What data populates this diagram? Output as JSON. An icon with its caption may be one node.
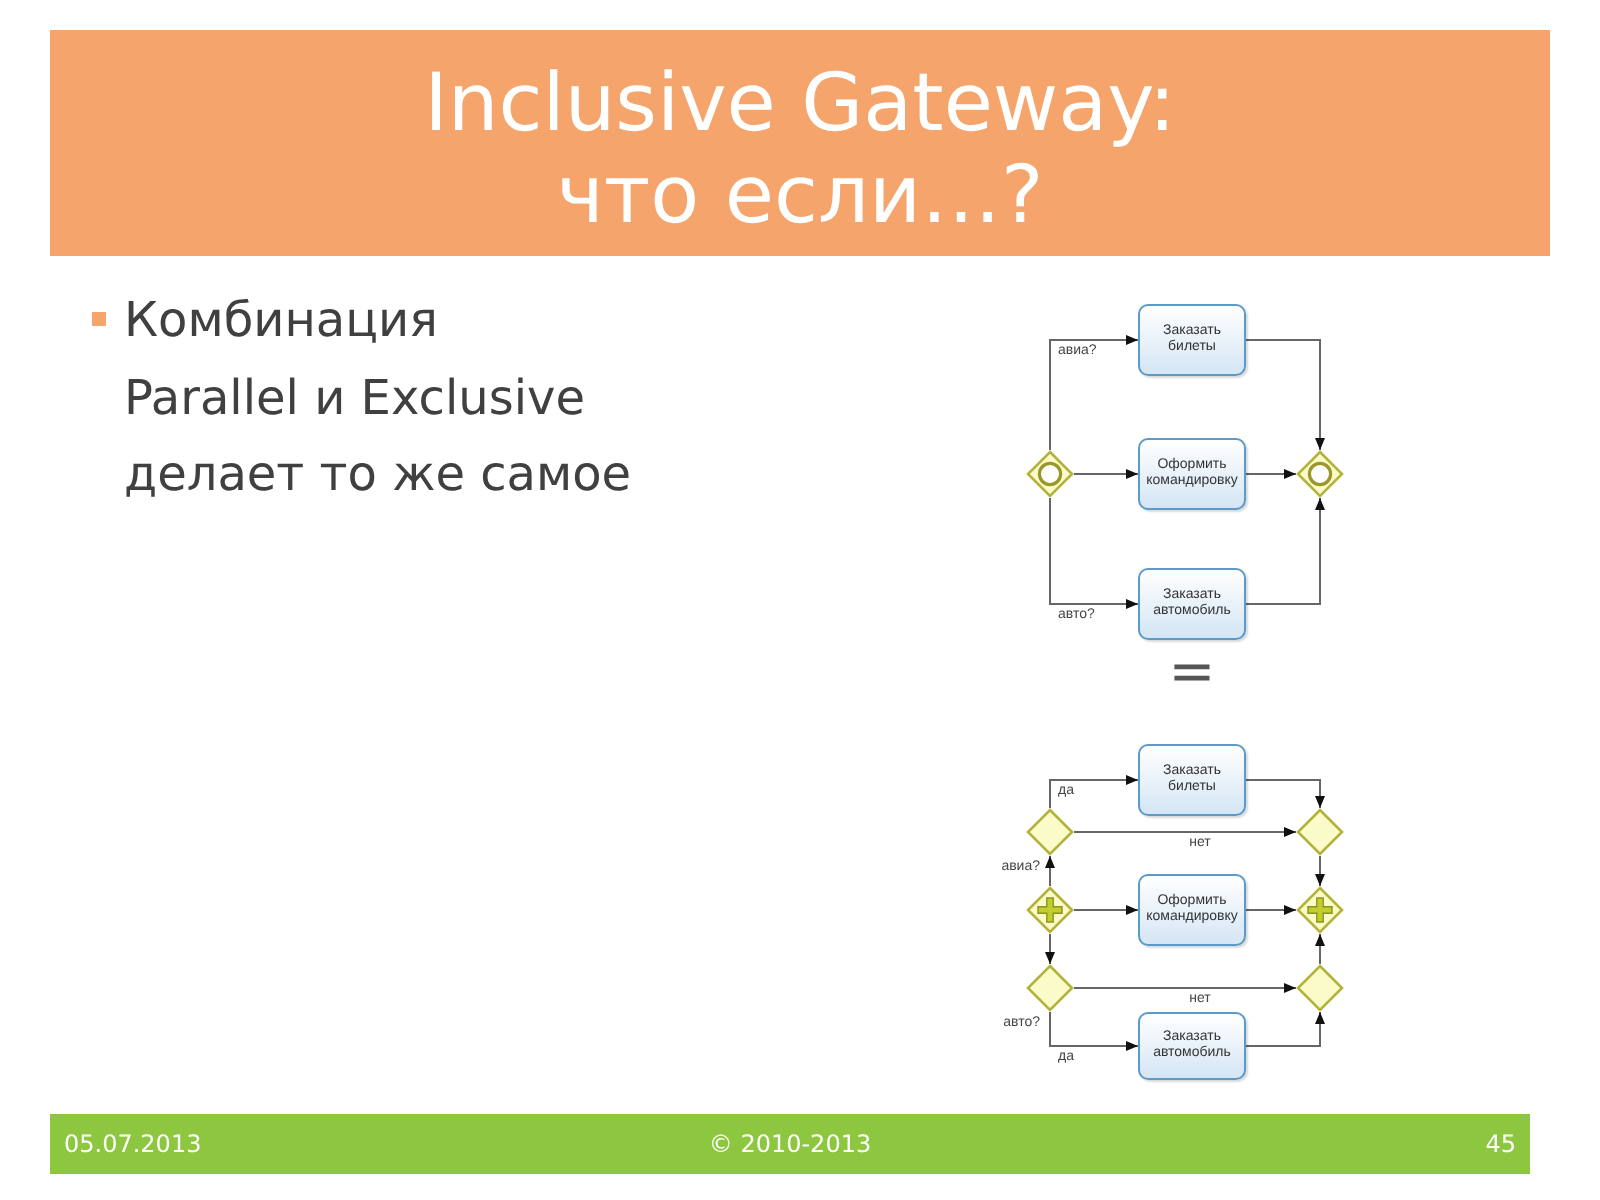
{
  "diagram": {
    "title": "Inclusive Gateway: что если…?",
    "nodes": [
      {
        "text": [],
        "shape": "diamond"
      },
      {
        "text": [
          "Заказать билеты"
        ]
      },
      {
        "text": [
          "Оформить командировку"
        ]
      },
      {
        "text": [
          "Заказать автомобиль"
        ]
      },
      {
        "text": [],
        "shape": "diamond"
      },
      {
        "text": [
          "Заказать билеты"
        ]
      },
      {
        "text": [],
        "shape": "diamond",
        "beside": [
          "авиа?"
        ]
      },
      {
        "text": [],
        "shape": "diamond"
      },
      {
        "text": [],
        "shape": "diamond"
      },
      {
        "text": [
          "Оформить командировку"
        ]
      },
      {
        "text": [],
        "shape": "diamond"
      },
      {
        "text": [],
        "shape": "diamond",
        "beside": [
          "авто?"
        ]
      },
      {
        "text": [],
        "shape": "diamond"
      },
      {
        "text": [
          "Заказать автомобиль"
        ]
      }
    ],
    "edges": [
      {
        "from": 0,
        "to": 1,
        "arrow": "to",
        "label": "авиа?"
      },
      {
        "from": 0,
        "to": 2,
        "arrow": "to"
      },
      {
        "from": 0,
        "to": 3,
        "arrow": "to",
        "label": "авто?"
      },
      {
        "from": 1,
        "to": 4,
        "arrow": "to"
      },
      {
        "from": 2,
        "to": 4,
        "arrow": "to"
      },
      {
        "from": 3,
        "to": 4,
        "arrow": "to"
      },
      {
        "from": 8,
        "to": 6,
        "arrow": "to"
      },
      {
        "from": 6,
        "to": 5,
        "arrow": "to",
        "label": "да"
      },
      {
        "from": 6,
        "to": 7,
        "arrow": "to",
        "label": "нет"
      },
      {
        "from": 5,
        "to": 7,
        "arrow": "to"
      },
      {
        "from": 7,
        "to": 10,
        "arrow": "to"
      },
      {
        "from": 8,
        "to": 9,
        "arrow": "to"
      },
      {
        "from": 9,
        "to": 10,
        "arrow": "to"
      },
      {
        "from": 8,
        "to": 11,
        "arrow": "to"
      },
      {
        "from": 11,
        "to": 12,
        "arrow": "to",
        "label": "нет"
      },
      {
        "from": 11,
        "to": 13,
        "arrow": "to",
        "label": "да"
      },
      {
        "from": 13,
        "to": 12,
        "arrow": "to"
      },
      {
        "from": 12,
        "to": 10,
        "arrow": "to"
      }
    ],
    "labels": [
      "Комбинация Parallel и Exclusive делает то же самое",
      "=",
      "05.07.2013",
      "© 2010-2013",
      "45"
    ]
  }
}
